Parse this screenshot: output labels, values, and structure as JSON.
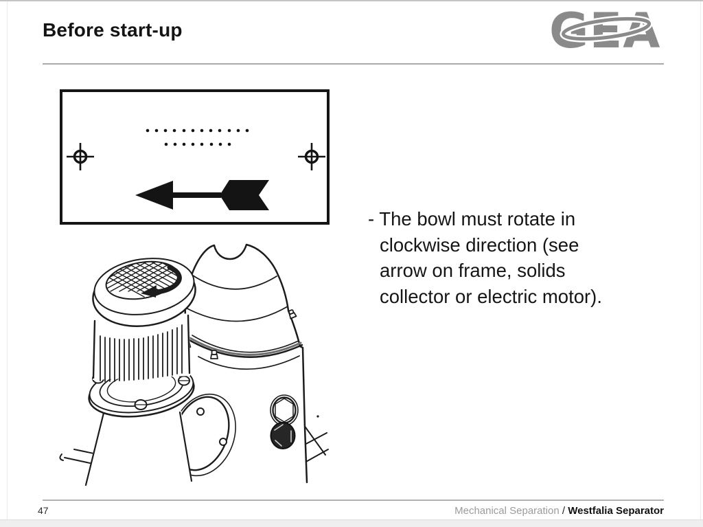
{
  "slide": {
    "title": "Before start-up",
    "page_number": "47",
    "logo_text": "GEA",
    "footer": {
      "division": "Mechanical Separation",
      "separator": "/",
      "product": "Westfalia Separator"
    }
  },
  "content": {
    "bullet_full_text": "- The bowl must rotate in clockwise direction (see arrow on frame, solids collector or electric motor).",
    "bullet_lines": [
      "- The bowl must rotate in",
      "clockwise direction (see",
      "arrow on frame, solids",
      "collector or electric motor)."
    ]
  },
  "figures": {
    "direction_plate": {
      "name": "rotation-direction-plate",
      "arrow_direction": "left",
      "dots_row1_count": 12,
      "dots_row2_count": 8,
      "crosshair_marks": 2
    },
    "separator_drawing": {
      "name": "separator-line-drawing",
      "parts": [
        "electric-motor-with-fins",
        "clockwise-rotation-arrow",
        "hood",
        "solids-collector",
        "inspection-cover",
        "sight-glass-plugs",
        "frame"
      ]
    }
  },
  "colors": {
    "title_text": "#141414",
    "body_text": "#151515",
    "rule_grey": "#a9a9a9",
    "logo_grey": "#8a8a8a",
    "footer_grey": "#9b9b9b",
    "line_art": "#1c1c1c"
  }
}
